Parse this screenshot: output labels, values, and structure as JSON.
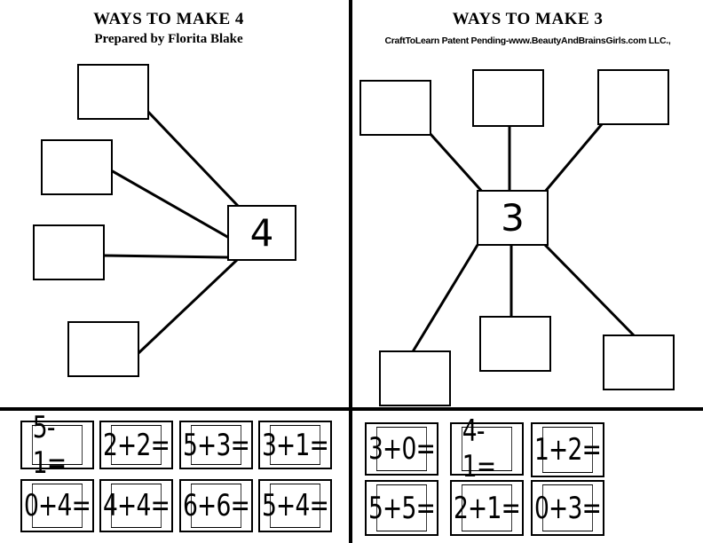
{
  "left_panel": {
    "title": "WAYS TO MAKE 4",
    "subtitle": "Prepared by Florita Blake",
    "center_number": "4"
  },
  "right_panel": {
    "title": "WAYS TO MAKE 3",
    "subtitle": "CraftToLearn Patent Pending-www.BeautyAndBrainsGirls.com LLC.,",
    "center_number": "3"
  },
  "cards_left": {
    "row1": [
      "5-1=",
      "2+2=",
      "5+3=",
      "3+1="
    ],
    "row2": [
      "0+4=",
      "4+4=",
      "6+6=",
      "5+4="
    ]
  },
  "cards_right": {
    "row1": [
      "3+0=",
      "4-1=",
      "1+2="
    ],
    "row2": [
      "5+5=",
      "2+1=",
      "0+3="
    ]
  }
}
